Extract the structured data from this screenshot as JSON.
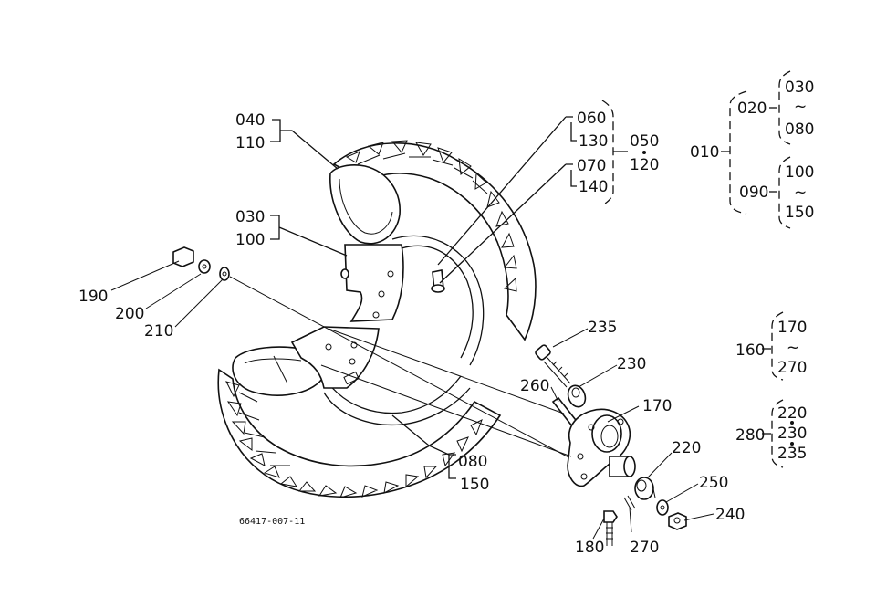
{
  "parts": {
    "p010": "010",
    "p020": "020",
    "p030a": "030",
    "p080a": "080",
    "p090": "090",
    "p100a": "100",
    "p150a": "150",
    "p040": "040",
    "p110": "110",
    "p030": "030",
    "p100": "100",
    "p060": "060",
    "p130": "130",
    "p070": "070",
    "p140": "140",
    "p050": "050",
    "p120": "120",
    "p190": "190",
    "p200": "200",
    "p210": "210",
    "p235": "235",
    "p230": "230",
    "p260": "260",
    "p170": "170",
    "p220": "220",
    "p250": "250",
    "p240": "240",
    "p180": "180",
    "p270": "270",
    "p080": "080",
    "p150": "150",
    "p160": "160",
    "p170b": "170",
    "p270b": "270",
    "p280": "280",
    "p220b": "220",
    "p230b": "230",
    "p235b": "235"
  },
  "drawing_id": "66417-007-11",
  "tilde": "~"
}
